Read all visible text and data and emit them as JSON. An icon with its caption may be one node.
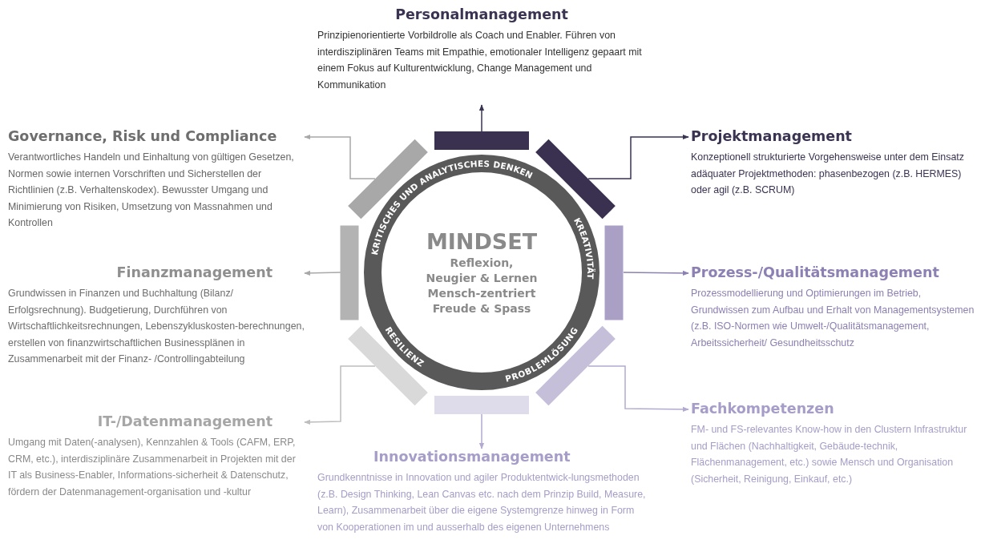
{
  "diagram": {
    "nodes": [
      {
        "text": [
          "Personalmanagement",
          "Prinzipienorientierte Vorbildrolle als Coach und Enabler. Führen von interdisziplinären Teams mit Empathie, emotionaler Intelligenz gepaart mit einem Fokus auf Kulturentwicklung, Change Management und Kommunikation"
        ]
      },
      {
        "text": [
          "Governance, Risk und Compliance",
          "Verantwortliches Handeln und Einhaltung von gültigen Gesetzen, Normen sowie internen Vorschriften und Sicherstellen der Richtlinien (z.B. Verhaltenskodex). Bewusster Umgang und Minimierung von Risiken, Umsetzung von Massnahmen und Kontrollen"
        ]
      },
      {
        "text": [
          "Projektmanagement",
          "Konzeptionell strukturierte Vorgehensweise unter dem Einsatz adäquater Projektmethoden: phasenbezogen (z.B. HERMES) oder agil (z.B. SCRUM)"
        ]
      },
      {
        "text": [
          "Finanzmanagement",
          "Grundwissen in Finanzen und Buchhaltung (Bilanz/ Erfolgsrechnung). Budgetierung, Durchführen von Wirtschaftlichkeitsrechnungen, Lebenszykluskosten-berechnungen, erstellen von finanzwirtschaftlichen Businessplänen in Zusammenarbeit mit der Finanz- /Controllingabteilung"
        ]
      },
      {
        "text": [
          "Prozess-/Qualitätsmanagement",
          "Prozessmodellierung und Optimierungen im Betrieb, Grundwissen zum Aufbau und Erhalt von Managementsystemen (z.B. ISO-Normen wie Umwelt-/Qualitätsmanagement, Arbeitssicherheit/ Gesundheitsschutz"
        ]
      },
      {
        "text": [
          "IT-/Datenmanagement",
          "Umgang mit Daten(-analysen), Kennzahlen & Tools (CAFM, ERP, CRM, etc.), interdisziplinäre Zusammenarbeit in Projekten mit der IT als Business-Enabler, Informations-sicherheit & Datenschutz, fördern der Datenmanagement-organisation und -kultur"
        ]
      },
      {
        "text": [
          "Fachkompetenzen",
          "FM- und FS-relevantes Know-how in den Clustern Infrastruktur und Flächen (Nachhaltigkeit, Gebäude-technik, Flächenmanagement, etc.) sowie Mensch und Organisation (Sicherheit, Reinigung, Einkauf, etc.)"
        ]
      },
      {
        "text": [
          "Innovationsmanagement",
          "Grundkenntnisse in Innovation und agiler Produktentwick-lungsmethoden (z.B. Design Thinking, Lean Canvas etc. nach dem Prinzip Build, Measure, Learn), Zusammenarbeit über die eigene Systemgrenze hinweg in Form von Kooperationen im und ausserhalb des eigenen Unternehmens"
        ]
      },
      {
        "text": [
          "MINDSET",
          "Reflexion,",
          "Neugier & Lernen",
          "Mensch-zentriert",
          "Freude & Spass"
        ]
      },
      {
        "text": [],
        "shape": "bar"
      },
      {
        "text": [],
        "shape": "bar"
      },
      {
        "text": [],
        "shape": "bar"
      },
      {
        "text": [],
        "shape": "bar"
      },
      {
        "text": [],
        "shape": "bar"
      },
      {
        "text": [],
        "shape": "bar"
      },
      {
        "text": [],
        "shape": "bar"
      },
      {
        "text": [],
        "shape": "bar"
      }
    ],
    "edges": [
      {
        "from": 9,
        "to": 0,
        "arrow": "to",
        "color": "#3b3352"
      },
      {
        "from": 10,
        "to": 1,
        "arrow": "to",
        "color": "#a8a8a8"
      },
      {
        "from": 11,
        "to": 2,
        "arrow": "to",
        "color": "#3b3352"
      },
      {
        "from": 12,
        "to": 3,
        "arrow": "to",
        "color": "#a8a8a8"
      },
      {
        "from": 13,
        "to": 4,
        "arrow": "to",
        "color": "#8d80b3"
      },
      {
        "from": 14,
        "to": 5,
        "arrow": "to",
        "color": "#bdbdbd"
      },
      {
        "from": 15,
        "to": 6,
        "arrow": "to",
        "color": "#b2aad0"
      },
      {
        "from": 16,
        "to": 7,
        "arrow": "to",
        "color": "#b2aad0"
      }
    ],
    "labels": [
      "KRITISCHES UND ANALYTISCHES DENKEN",
      "KREATIVITÄT",
      "PROBLEMLÖSUNG",
      "RESILIENZ"
    ]
  }
}
